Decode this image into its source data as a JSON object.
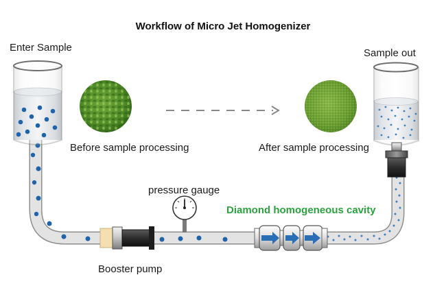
{
  "title": "Workflow of Micro Jet Homogenizer",
  "labels": {
    "enter_sample": "Enter  Sample",
    "sample_out": "Sample out",
    "before": "Before sample processing",
    "after": "After sample processing",
    "pressure_gauge": "pressure gauge",
    "cavity": "Diamond homogeneous cavity",
    "booster_pump": "Booster pump"
  },
  "colors": {
    "particle_large": "#1f64a8",
    "particle_small": "#3c7fc2",
    "cavity_label": "#2aa33e",
    "arrow": "#2a6fb5",
    "dashed_arrow": "#888888",
    "tube": "#d4d4d4",
    "sample_green": "#4d8a26"
  },
  "icons": [
    "beaker-icon",
    "pressure-gauge-icon",
    "booster-pump-icon",
    "homogeneous-cavity-icon",
    "flow-arrow-icon"
  ]
}
